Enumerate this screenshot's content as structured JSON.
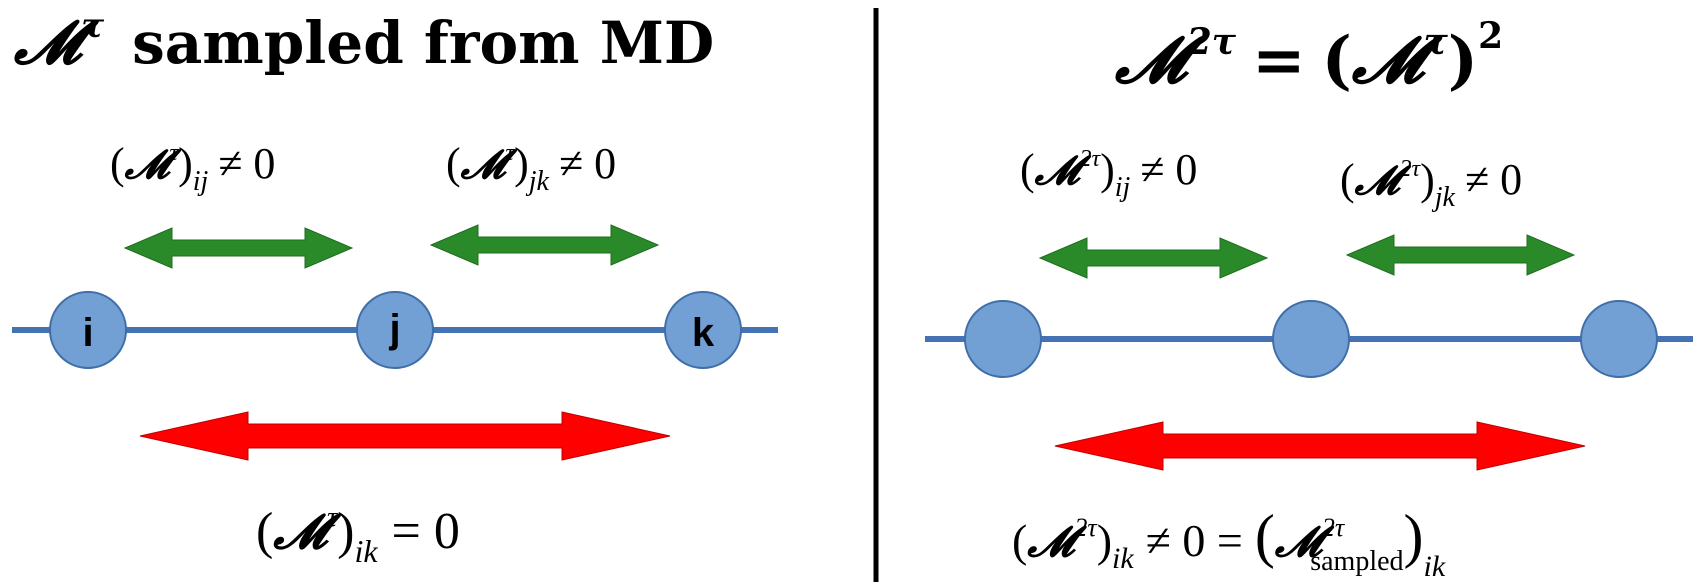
{
  "colors": {
    "line": "#4472b4",
    "node_fill": "#72a0d4",
    "node_stroke": "#3f6ea8",
    "green_arrow": "#2a8a2a",
    "red_arrow": "#ff0000",
    "divider": "#000000",
    "text": "#000000"
  },
  "left_panel": {
    "title": {
      "symbol": "𝓜",
      "superscript": "τ",
      "text": "sampled from MD"
    },
    "nodes": [
      "i",
      "j",
      "k"
    ],
    "label_ij": {
      "symbol": "𝓜",
      "sup": "τ",
      "sub": "ij",
      "rel": "≠ 0"
    },
    "label_jk": {
      "symbol": "𝓜",
      "sup": "τ",
      "sub": "jk",
      "rel": "≠ 0"
    },
    "label_ik": {
      "symbol": "𝓜",
      "sup": "τ",
      "sub": "ik",
      "rel": "= 0"
    }
  },
  "right_panel": {
    "title": {
      "lhs_symbol": "𝓜",
      "lhs_sup": "2τ",
      "eq": "=",
      "rhs_symbol": "𝓜",
      "rhs_inner_sup": "τ",
      "rhs_outer_sup": "2"
    },
    "label_ij": {
      "symbol": "𝓜",
      "sup": "2τ",
      "sub": "ij",
      "rel": "≠ 0"
    },
    "label_jk": {
      "symbol": "𝓜",
      "sup": "2τ",
      "sub": "jk",
      "rel": "≠ 0"
    },
    "label_ik": {
      "symbol": "𝓜",
      "sup": "2τ",
      "sub": "ik",
      "rel": "≠ 0 =",
      "rhs_symbol": "𝓜",
      "rhs_sup": "2τ",
      "rhs_subscript_text": "sampled",
      "rhs_sub": "ik"
    }
  }
}
